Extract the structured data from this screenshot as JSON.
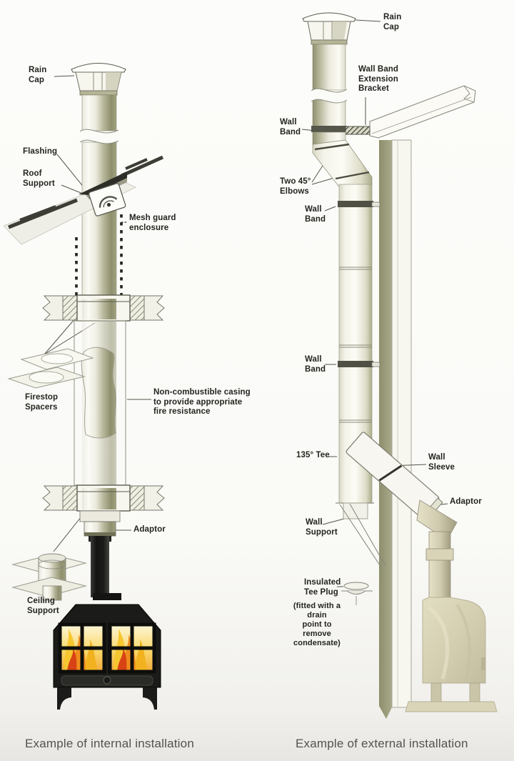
{
  "page": {
    "caption_left": "Example of internal installation",
    "caption_right": "Example of external installation"
  },
  "labels": {
    "left": {
      "rain_cap": "Rain\nCap",
      "flashing": "Flashing",
      "roof_support": "Roof\nSupport",
      "mesh_guard": "Mesh guard\nenclosure",
      "firestop_spacers": "Firestop\nSpacers",
      "casing": "Non-combustible casing\nto provide appropriate\nfire resistance",
      "adaptor": "Adaptor",
      "ceiling_support": "Ceiling\nSupport"
    },
    "right": {
      "rain_cap": "Rain\nCap",
      "wall_band_extension": "Wall Band\nExtension\nBracket",
      "wall_band_upper": "Wall\nBand",
      "two_45_elbows": "Two 45°\nElbows",
      "wall_band_mid": "Wall\nBand",
      "wall_band_lower": "Wall\nBand",
      "tee_135": "135° Tee",
      "wall_sleeve": "Wall\nSleeve",
      "adaptor": "Adaptor",
      "wall_support": "Wall\nSupport",
      "insulated_tee_plug": "Insulated\nTee Plug",
      "insulated_tee_plug_note": "(fitted with a drain\npoint to remove\ncondensate)"
    }
  },
  "colors": {
    "pipe_olive": "#8f906e",
    "wall_olive": "#959674",
    "stove_black": "#1b1b19",
    "stove_tan": "#cfcaae",
    "flame_orange": "#ef8c1d",
    "flame_yellow": "#f6c62f",
    "flame_red": "#d84315",
    "text": "#24241f",
    "caption_text": "#53524c",
    "background": "#fbfbf8"
  }
}
